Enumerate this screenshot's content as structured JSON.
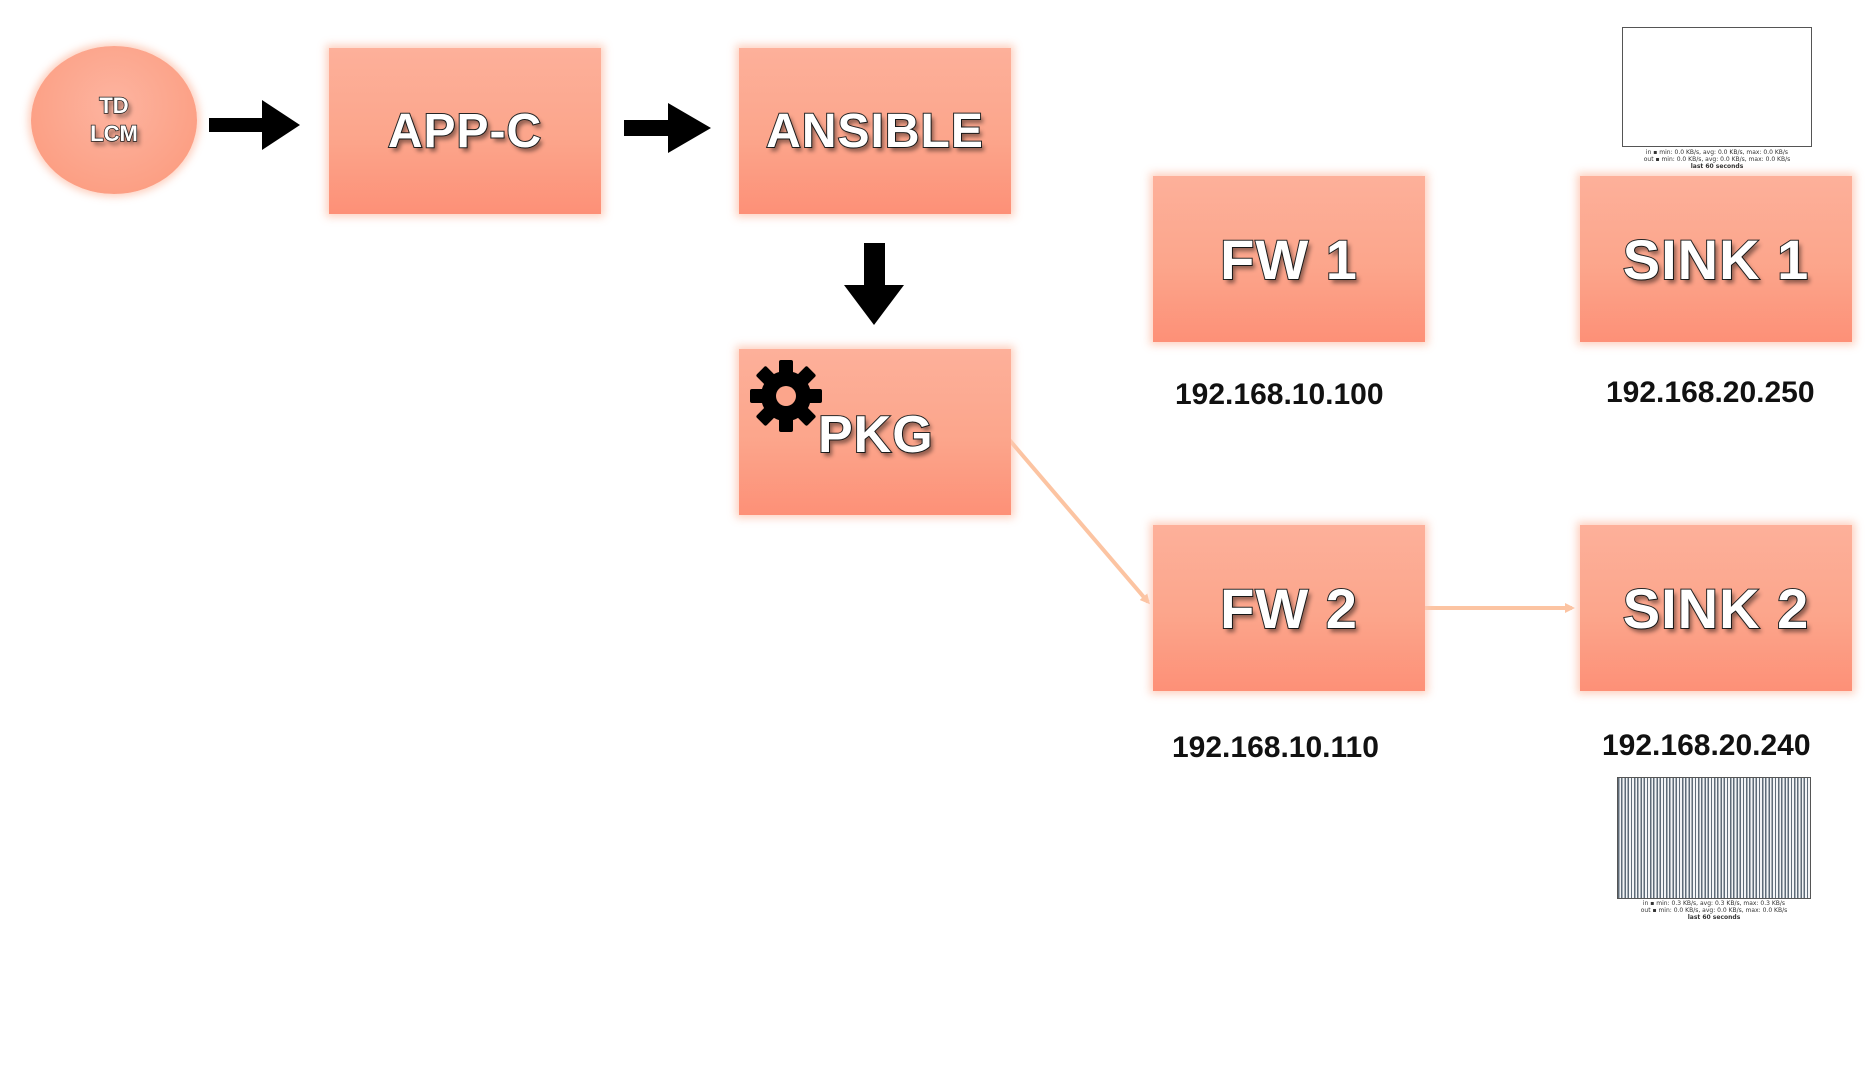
{
  "nodes": {
    "td_lcm": {
      "line1": "TD",
      "line2": "LCM"
    },
    "app_c": "APP-C",
    "ansible": "ANSIBLE",
    "pkg": "PKG",
    "fw1": "FW 1",
    "fw2": "FW 2",
    "sink1": "SINK 1",
    "sink2": "SINK 2"
  },
  "ips": {
    "fw1": "192.168.10.100",
    "fw2": "192.168.10.110",
    "sink1": "192.168.20.250",
    "sink2": "192.168.20.240"
  },
  "graphs": {
    "sink1": {
      "in_line": "in ▪ min: 0.0 KB/s, avg: 0.0 KB/s, max: 0.0 KB/s",
      "out_line": "out ▪ min: 0.0 KB/s, avg: 0.0 KB/s, max: 0.0 KB/s",
      "caption": "last 60 seconds"
    },
    "sink2": {
      "in_line": "in ▪ min: 0.3 KB/s, avg: 0.3 KB/s, max: 0.3 KB/s",
      "out_line": "out ▪ min: 0.0 KB/s, avg: 0.0 KB/s, max: 0.0 KB/s",
      "caption": "last 60 seconds"
    }
  },
  "colors": {
    "node_fill": "#fca58b",
    "flow_arrow": "#fcc4a2",
    "control_arrow": "#000000",
    "traffic_bar": "#5e6b78"
  },
  "icons": {
    "pkg": "gear-icon"
  }
}
